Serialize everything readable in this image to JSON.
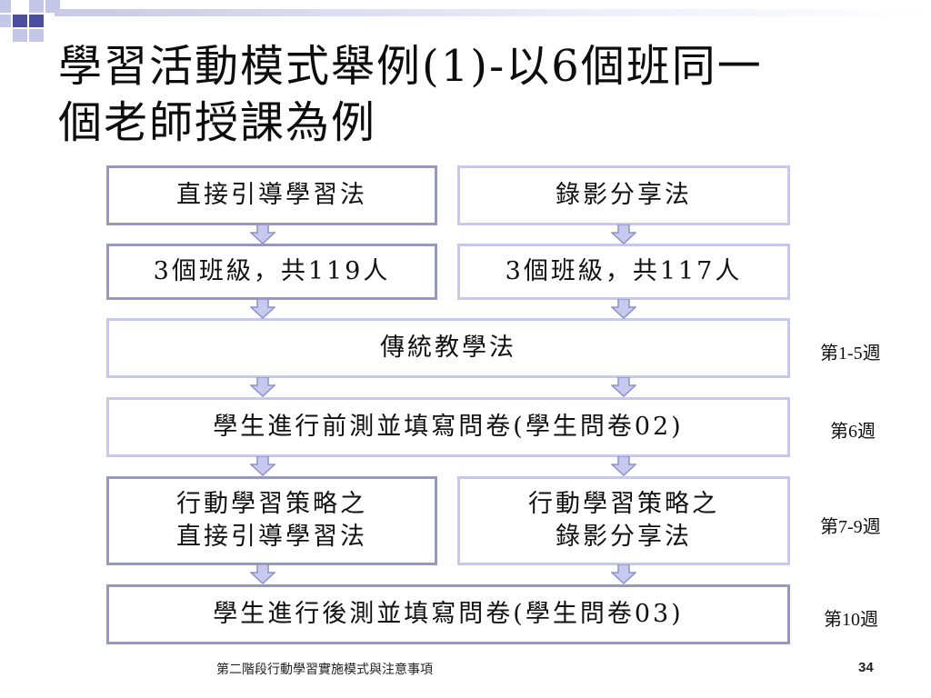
{
  "slide": {
    "title_line1": "學習活動模式舉例(1)-以6個班同一",
    "title_line2": "個老師授課為例",
    "footer": "第二階段行動學習實施模式與注意事項",
    "page_number": "34"
  },
  "flow": {
    "method_a": "直接引導學習法",
    "method_b": "錄影分享法",
    "classes_a": "3個班級，共119人",
    "classes_b": "3個班級，共117人",
    "traditional": "傳統教學法",
    "pretest": "學生進行前測並填寫問卷(學生問卷02)",
    "strategy_a_line1": "行動學習策略之",
    "strategy_a_line2": "直接引導學習法",
    "strategy_b_line1": "行動學習策略之",
    "strategy_b_line2": "錄影分享法",
    "posttest": "學生進行後測並填寫問卷(學生問卷03)"
  },
  "weeks": {
    "traditional": "第1-5週",
    "pretest": "第6週",
    "strategy": "第7-9週",
    "posttest": "第10週"
  },
  "colors": {
    "border_dark": "#9898bd",
    "border_light": "#c8c8ec",
    "arrow_fill": "#c8c9ef",
    "arrow_stroke": "#8e90c8",
    "deco_dark": "#4c4f9e",
    "deco_light": "#c5c7e8"
  },
  "icons": {
    "arrow": "down-arrow-icon"
  }
}
